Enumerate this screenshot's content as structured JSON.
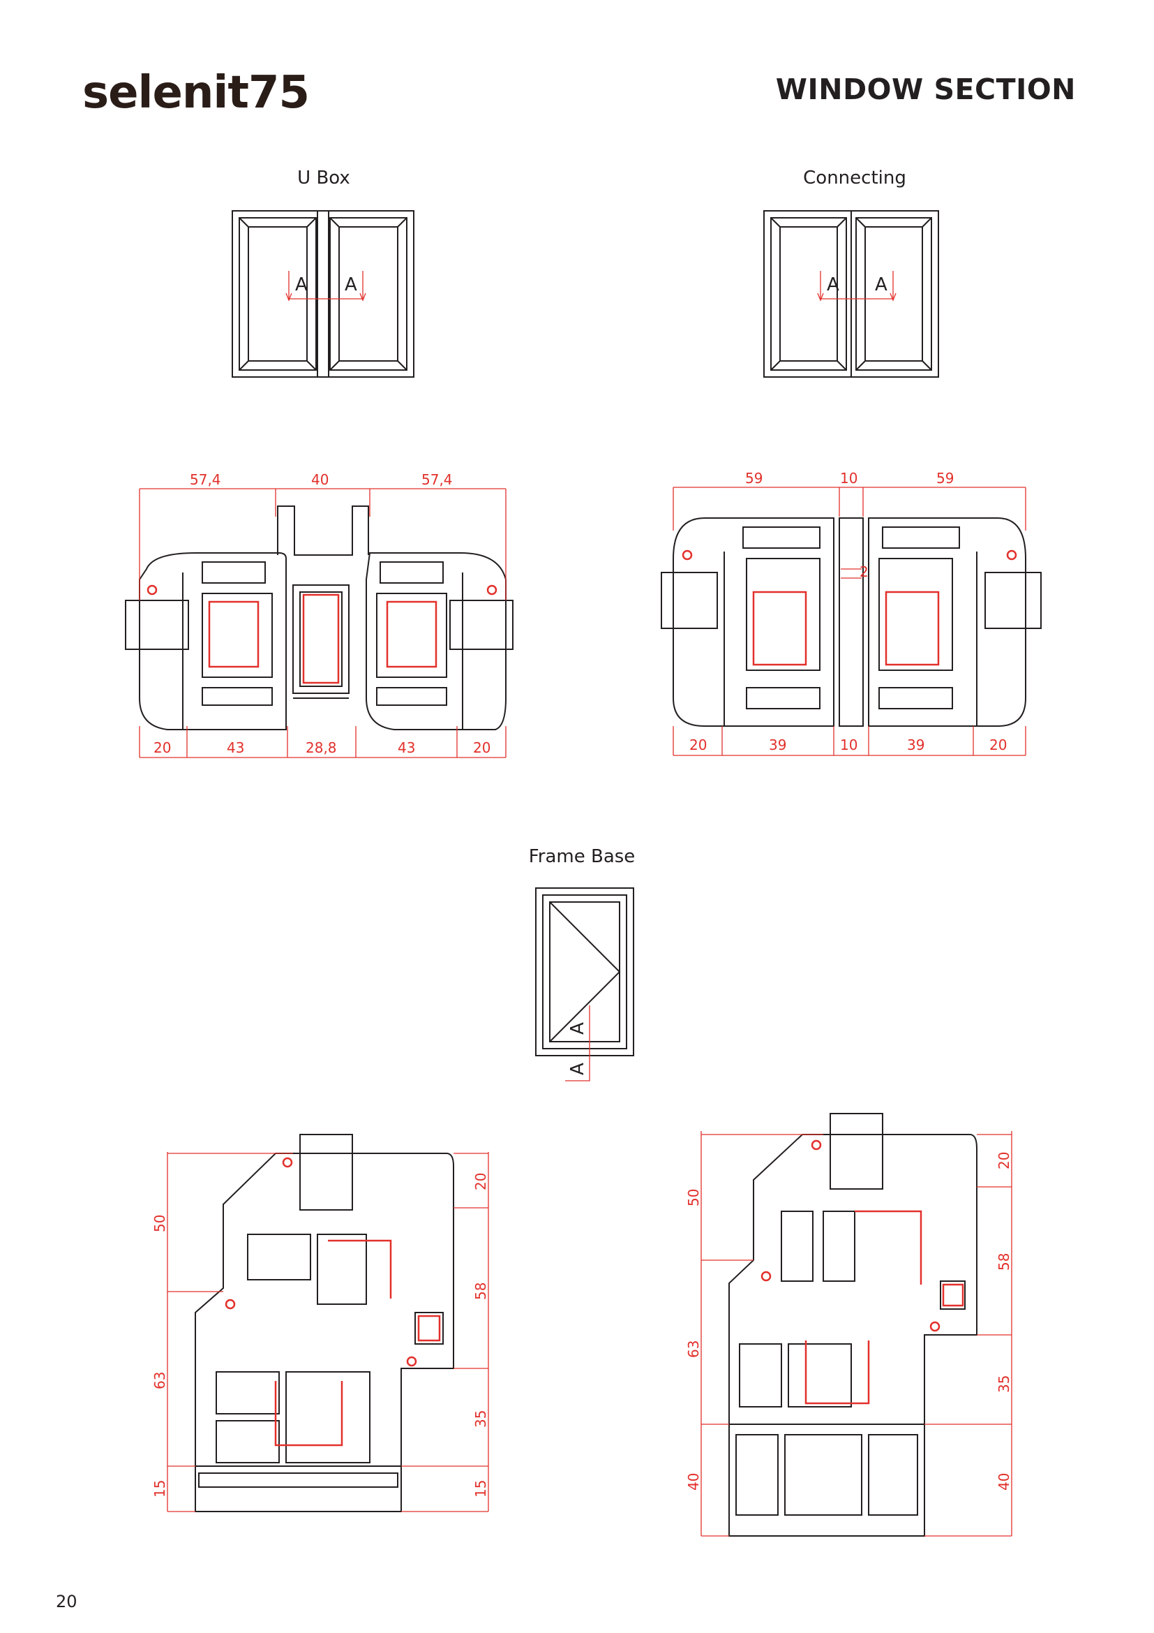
{
  "header": {
    "logo_text": "selenit75",
    "title": "WINDOW SECTION"
  },
  "views": {
    "u_box": "U Box",
    "connecting": "Connecting",
    "frame_base": "Frame Base"
  },
  "section_marker": "A",
  "dimensions": {
    "u_box_top": [
      "57,4",
      "40",
      "57,4"
    ],
    "u_box_bottom": [
      "20",
      "43",
      "28,8",
      "43",
      "20"
    ],
    "connecting_top": [
      "59",
      "10",
      "59"
    ],
    "connecting_bottom": [
      "20",
      "39",
      "10",
      "39",
      "20"
    ],
    "connecting_gap": "2",
    "frame_left_a_left": [
      "50",
      "63",
      "15"
    ],
    "frame_left_a_right": [
      "20",
      "58",
      "35",
      "15"
    ],
    "frame_right_b_left": [
      "50",
      "63",
      "40"
    ],
    "frame_right_b_right": [
      "20",
      "58",
      "35",
      "40"
    ]
  },
  "footer": {
    "page_number": "20"
  },
  "colors": {
    "dimension": "#e2302b",
    "outline": "#231f20"
  }
}
